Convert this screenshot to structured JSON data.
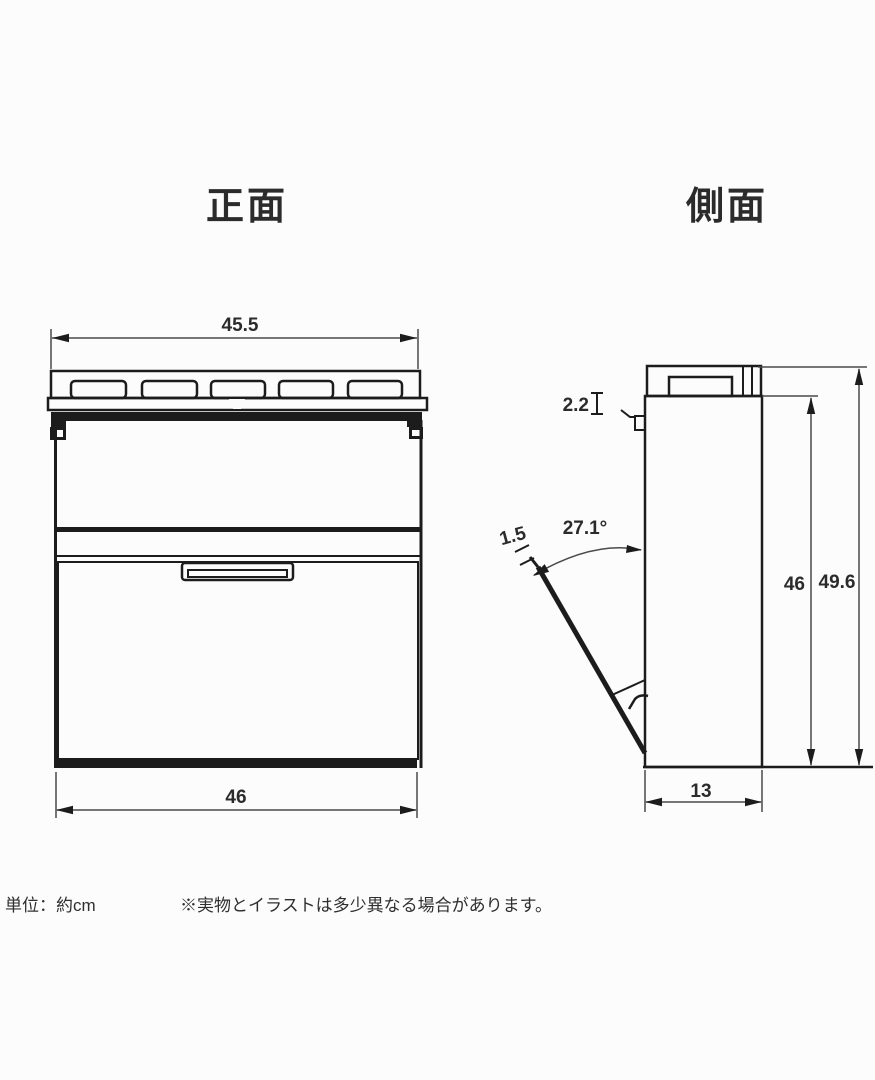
{
  "page": {
    "background_color": "#fcfcfc",
    "drawing_line_color": "#1c1c1c",
    "dimension_line_color": "#4a4a4a",
    "text_color": "#2b2b2b"
  },
  "titles": {
    "front_view": "正面",
    "side_view": "側面"
  },
  "front_view": {
    "dimensions": {
      "top_width": "45.5",
      "bottom_width": "46"
    }
  },
  "side_view": {
    "dimensions": {
      "hook_height": "2.2",
      "lid_thickness": "1.5",
      "open_angle": "27.1°",
      "body_height": "46",
      "total_height": "49.6",
      "depth": "13"
    }
  },
  "footer": {
    "unit_note": "単位：約cm",
    "disclaimer": "※実物とイラストは多少異なる場合があります。"
  }
}
